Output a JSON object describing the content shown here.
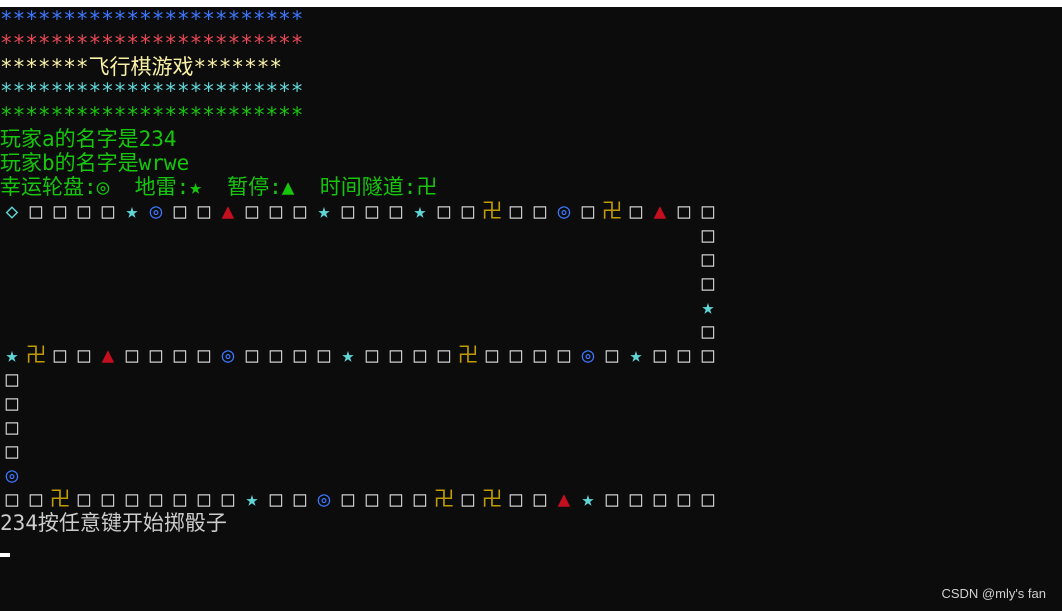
{
  "colors": {
    "background": "#0c0c0c",
    "star_line_1": "#3b78ff",
    "star_line_2": "#e74856",
    "title_line": "#f9f1a5",
    "star_line_4": "#61d6d6",
    "star_line_5": "#16c60c",
    "info": "#16c60c",
    "board_default": "#cccccc",
    "prompt": "#cccccc",
    "watermark": "#d0d0d0"
  },
  "header": {
    "line1": "************************",
    "line2": "************************",
    "line3": "*******飞行棋游戏*******",
    "line4": "************************",
    "line5": "************************"
  },
  "info": {
    "player_a": "玩家a的名字是234",
    "player_b": "玩家b的名字是wrwe",
    "legend": "幸运轮盘:◎  地雷:★  暂停:▲  时间隧道:卍"
  },
  "board": {
    "row1": "◇□□□□★◎□□▲□□□★□□□★□□卍□□◎□卍□▲□□",
    "right_column": "□□□★□",
    "row2": "★卍□□▲□□□□◎□□□□★□□□□卍□□□□◎□★□□□",
    "left_column": "□□□□◎",
    "row3": "□□卍□□□□□□□★□□◎□□□□卍□卍□□▲★□□□□□"
  },
  "symbol_colors": {
    "◇": "#61d6d6",
    "□": "#cccccc",
    "★": "#61d6d6",
    "◎": "#3b78ff",
    "▲": "#c50f1f",
    "卍": "#c19c00"
  },
  "prompt": {
    "text": "234按任意键开始掷骰子"
  },
  "watermark": {
    "text": "CSDN @mly's fan"
  }
}
